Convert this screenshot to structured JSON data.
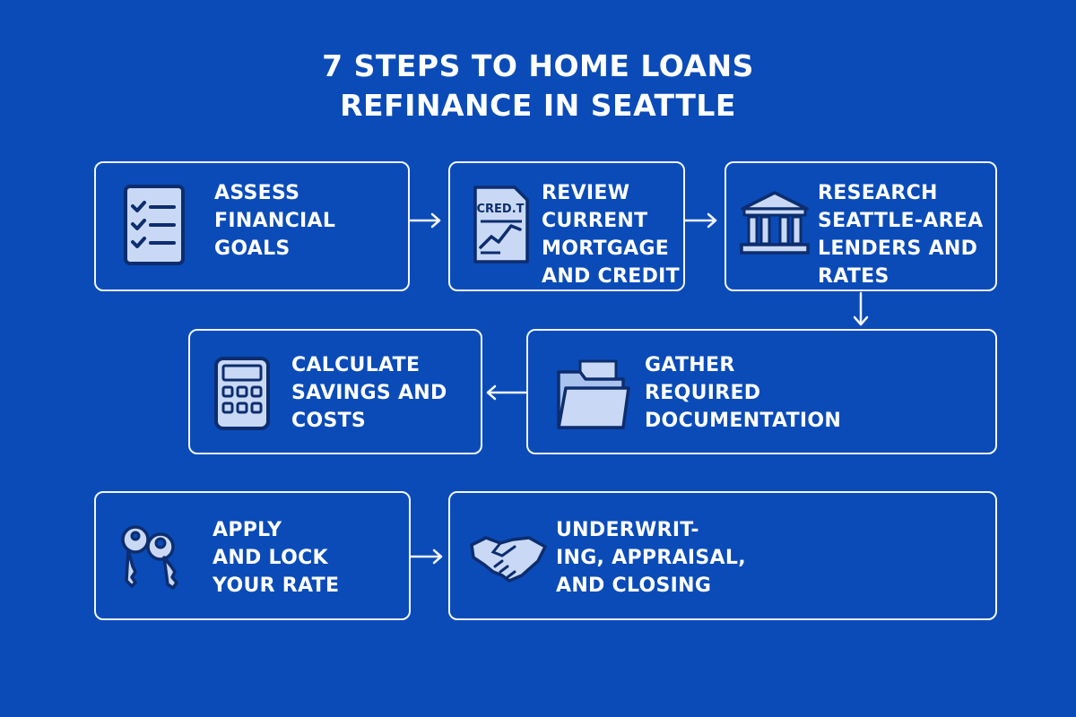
{
  "title": [
    "7 STEPS TO HOME LOANS",
    "REFINANCE IN SEATTLE"
  ],
  "steps": [
    {
      "id": 1,
      "lines": [
        "ASSESS",
        "FINANCIAL",
        "GOALS"
      ],
      "icon": "checklist-icon"
    },
    {
      "id": 2,
      "lines": [
        "REVIEW",
        "CURRENT",
        "MORTGAGE",
        "AND CREDIT"
      ],
      "icon": "credit-report-icon",
      "icon_text": "CRED.T"
    },
    {
      "id": 3,
      "lines": [
        "RESEARCH",
        "SEATTLE-AREA",
        "LENDERS AND",
        "RATES"
      ],
      "icon": "bank-icon"
    },
    {
      "id": 4,
      "lines": [
        "GATHER",
        "REQUIRED",
        "DOCUMENTATION"
      ],
      "icon": "folder-icon"
    },
    {
      "id": 5,
      "lines": [
        "CALCULATE",
        "SAVINGS AND",
        "COSTS"
      ],
      "icon": "calculator-icon"
    },
    {
      "id": 6,
      "lines": [
        "APPLY",
        "AND LOCK",
        "YOUR RATE"
      ],
      "icon": "keys-icon"
    },
    {
      "id": 7,
      "lines": [
        "UNDERWRIT-",
        "ING, APPRAISAL,",
        "AND CLOSING"
      ],
      "icon": "handshake-icon"
    }
  ],
  "colors": {
    "background": "#0a4bb8",
    "box_border": "#f2f6ff",
    "icon_fill": "#c9d9f5",
    "icon_stroke": "#0d2d6e"
  }
}
